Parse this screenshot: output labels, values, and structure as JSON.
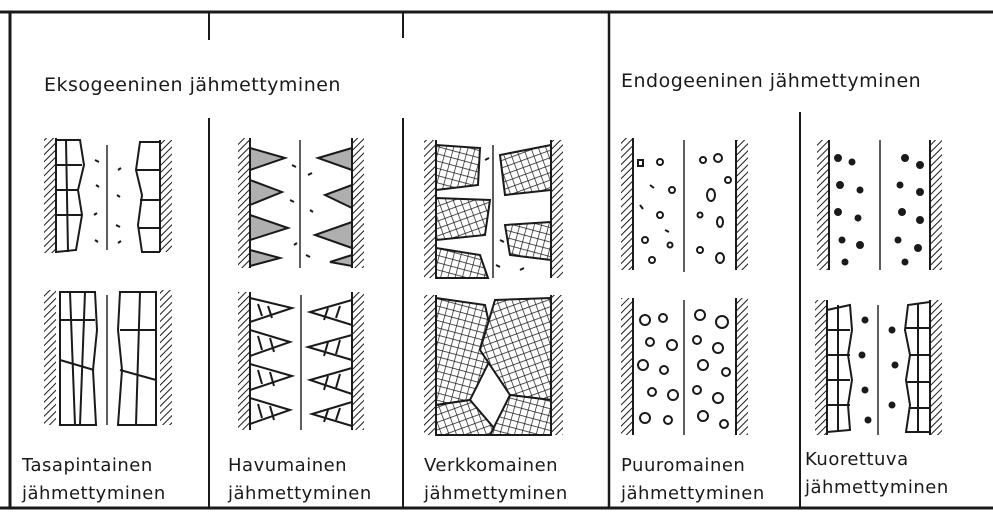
{
  "groups": {
    "exogenous": "Eksogeeninen jähmettyminen",
    "endogenous": "Endogeeninen jähmettyminen"
  },
  "columns": [
    {
      "name": "Tasapintainen",
      "sub": "jähmettyminen"
    },
    {
      "name": "Havumainen",
      "sub": "jähmettyminen"
    },
    {
      "name": "Verkkomainen",
      "sub": "jähmettyminen"
    },
    {
      "name": "Puuromainen",
      "sub": "jähmettyminen"
    },
    {
      "name": "Kuorettuva",
      "sub": "jähmettyminen"
    }
  ]
}
